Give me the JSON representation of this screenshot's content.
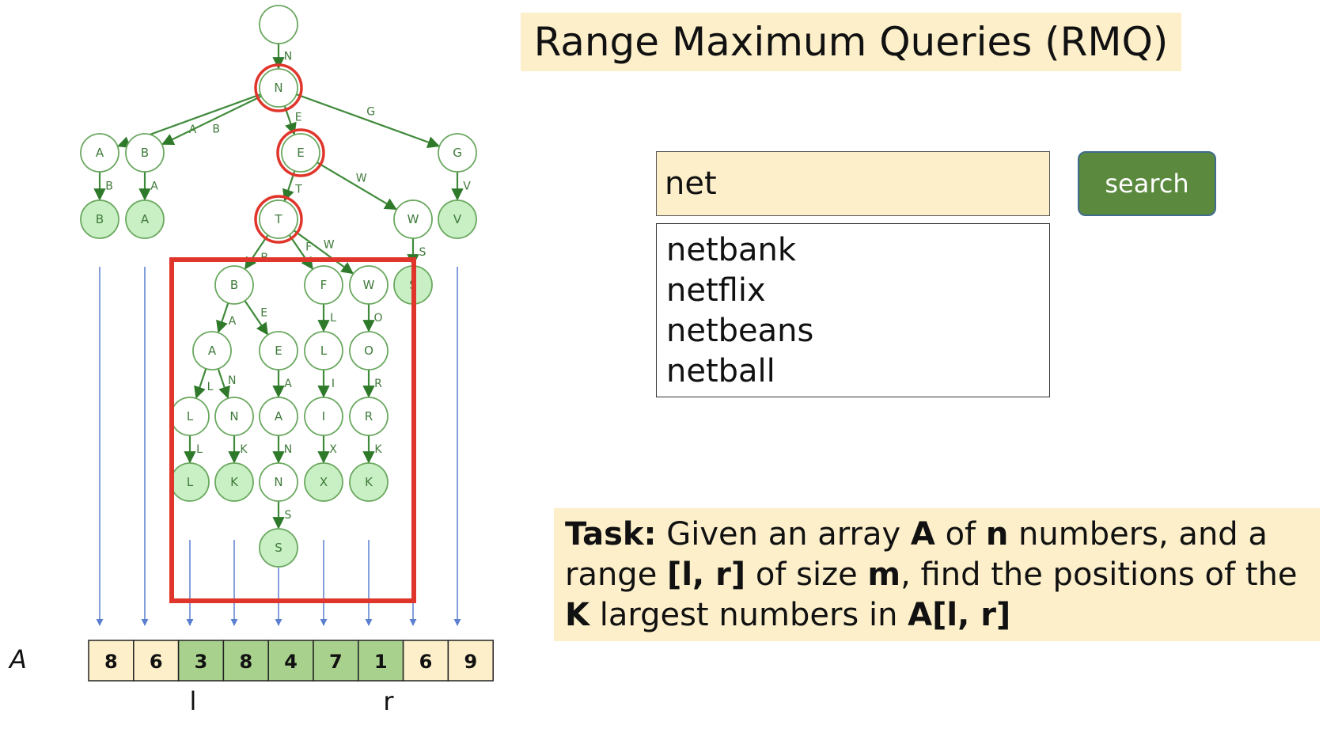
{
  "title": "Range Maximum Queries (RMQ)",
  "search": {
    "value": "net",
    "button_label": "search",
    "suggestions": [
      "netbank",
      "netflix",
      "netbeans",
      "netball"
    ]
  },
  "task": {
    "label": "Task:",
    "p1": " Given an array ",
    "a1": "A",
    "p2": " of ",
    "n": "n",
    "p3": " numbers, and a range ",
    "range": "[l, r]",
    "p4": " of size ",
    "m": "m",
    "p5": ", find the positions of the ",
    "k": "K",
    "p6": " largest numbers in ",
    "a2": "A[l, r]"
  },
  "array": {
    "label": "A",
    "values": [
      "8",
      "6",
      "3",
      "8",
      "4",
      "7",
      "1",
      "6",
      "9"
    ],
    "highlight_from": 2,
    "highlight_to": 6,
    "l_label": "l",
    "r_label": "r"
  },
  "trie": {
    "nodes": [
      {
        "id": "root",
        "label": "",
        "leaf": false,
        "hl": false
      },
      {
        "id": "N",
        "label": "N",
        "leaf": false,
        "hl": true
      },
      {
        "id": "A1",
        "label": "A",
        "leaf": false,
        "hl": false
      },
      {
        "id": "B1",
        "label": "B",
        "leaf": false,
        "hl": false
      },
      {
        "id": "E1",
        "label": "E",
        "leaf": false,
        "hl": true
      },
      {
        "id": "G1",
        "label": "G",
        "leaf": false,
        "hl": false
      },
      {
        "id": "BB",
        "label": "B",
        "leaf": true,
        "hl": false
      },
      {
        "id": "BA",
        "label": "A",
        "leaf": true,
        "hl": false
      },
      {
        "id": "T",
        "label": "T",
        "leaf": false,
        "hl": true
      },
      {
        "id": "W1",
        "label": "W",
        "leaf": false,
        "hl": false
      },
      {
        "id": "GV",
        "label": "V",
        "leaf": true,
        "hl": false
      },
      {
        "id": "TB",
        "label": "B",
        "leaf": false,
        "hl": false
      },
      {
        "id": "TF",
        "label": "F",
        "leaf": false,
        "hl": false
      },
      {
        "id": "TW",
        "label": "W",
        "leaf": false,
        "hl": false
      },
      {
        "id": "WS",
        "label": "S",
        "leaf": true,
        "hl": false
      },
      {
        "id": "BA2",
        "label": "A",
        "leaf": false,
        "hl": false
      },
      {
        "id": "BE",
        "label": "E",
        "leaf": false,
        "hl": false
      },
      {
        "id": "FL",
        "label": "L",
        "leaf": false,
        "hl": false
      },
      {
        "id": "WO",
        "label": "O",
        "leaf": false,
        "hl": false
      },
      {
        "id": "AL",
        "label": "L",
        "leaf": false,
        "hl": false
      },
      {
        "id": "AN",
        "label": "N",
        "leaf": false,
        "hl": false
      },
      {
        "id": "EA",
        "label": "A",
        "leaf": false,
        "hl": false
      },
      {
        "id": "LI",
        "label": "I",
        "leaf": false,
        "hl": false
      },
      {
        "id": "OR",
        "label": "R",
        "leaf": false,
        "hl": false
      },
      {
        "id": "LL",
        "label": "L",
        "leaf": true,
        "hl": false
      },
      {
        "id": "NK",
        "label": "K",
        "leaf": true,
        "hl": false
      },
      {
        "id": "AN2",
        "label": "N",
        "leaf": false,
        "hl": false
      },
      {
        "id": "IX",
        "label": "X",
        "leaf": true,
        "hl": false
      },
      {
        "id": "RK",
        "label": "K",
        "leaf": true,
        "hl": false
      },
      {
        "id": "NS",
        "label": "S",
        "leaf": true,
        "hl": false
      }
    ],
    "edges": [
      {
        "from": "root",
        "to": "N",
        "label": "N"
      },
      {
        "from": "N",
        "to": "A1",
        "label": "A"
      },
      {
        "from": "N",
        "to": "B1",
        "label": "B"
      },
      {
        "from": "N",
        "to": "E1",
        "label": "E"
      },
      {
        "from": "N",
        "to": "G1",
        "label": "G"
      },
      {
        "from": "A1",
        "to": "BB",
        "label": "B"
      },
      {
        "from": "B1",
        "to": "BA",
        "label": "A"
      },
      {
        "from": "E1",
        "to": "T",
        "label": "T"
      },
      {
        "from": "E1",
        "to": "W1",
        "label": "W"
      },
      {
        "from": "G1",
        "to": "GV",
        "label": "V"
      },
      {
        "from": "T",
        "to": "TB",
        "label": "B"
      },
      {
        "from": "T",
        "to": "TF",
        "label": "F"
      },
      {
        "from": "T",
        "to": "TW",
        "label": "W"
      },
      {
        "from": "W1",
        "to": "WS",
        "label": "S"
      },
      {
        "from": "TB",
        "to": "BA2",
        "label": "A"
      },
      {
        "from": "TB",
        "to": "BE",
        "label": "E"
      },
      {
        "from": "TF",
        "to": "FL",
        "label": "L"
      },
      {
        "from": "TW",
        "to": "WO",
        "label": "O"
      },
      {
        "from": "BA2",
        "to": "AL",
        "label": "L"
      },
      {
        "from": "BA2",
        "to": "AN",
        "label": "N"
      },
      {
        "from": "BE",
        "to": "EA",
        "label": "A"
      },
      {
        "from": "FL",
        "to": "LI",
        "label": "I"
      },
      {
        "from": "WO",
        "to": "OR",
        "label": "R"
      },
      {
        "from": "AL",
        "to": "LL",
        "label": "L"
      },
      {
        "from": "AN",
        "to": "NK",
        "label": "K"
      },
      {
        "from": "EA",
        "to": "AN2",
        "label": "N"
      },
      {
        "from": "LI",
        "to": "IX",
        "label": "X"
      },
      {
        "from": "OR",
        "to": "RK",
        "label": "K"
      },
      {
        "from": "AN2",
        "to": "NS",
        "label": "S"
      }
    ]
  },
  "colors": {
    "edge": "#3f8a3a",
    "node_stroke": "#6aa85f",
    "leaf_fill": "#c9efc4",
    "highlight_ring": "#e0352b",
    "pointer_arrow": "#5a7fd0",
    "cell_fill": "#fcefca",
    "cell_highlight": "#a9d18e"
  }
}
